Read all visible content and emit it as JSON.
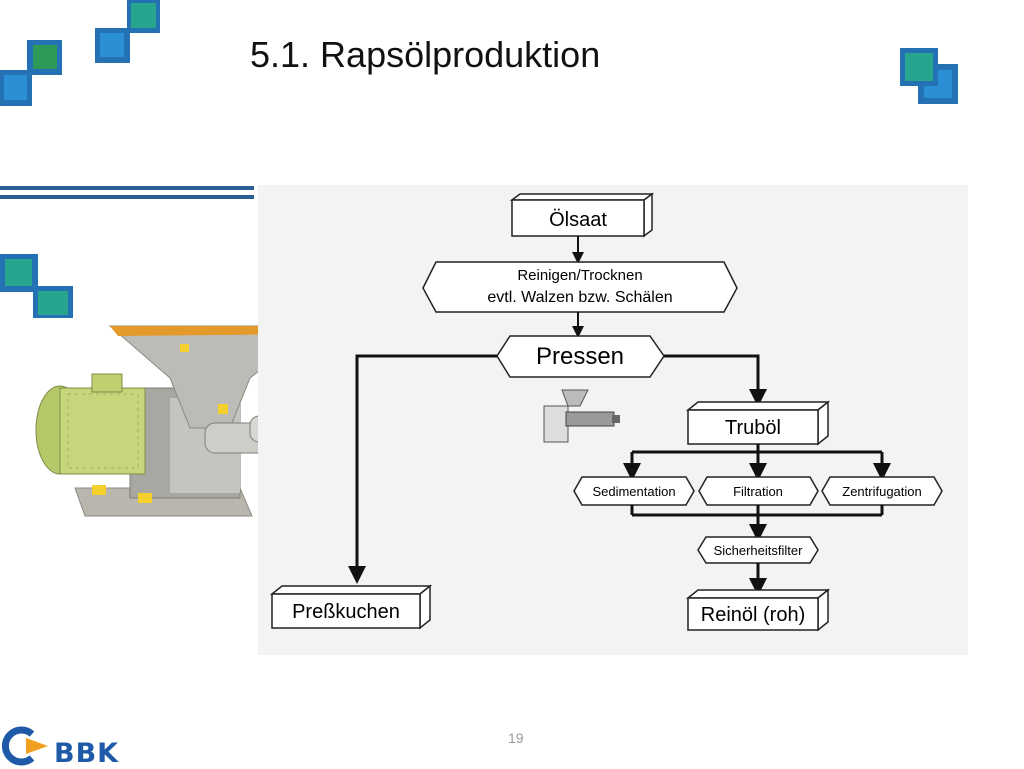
{
  "slide": {
    "title": "5.1. Rapsölproduktion",
    "page_number": "19"
  },
  "logo": {
    "text": "BBK"
  },
  "colors": {
    "blue": "#2472b4",
    "teal": "#27a58f",
    "green": "#2e9a5a",
    "accent_line": "#2a5f96"
  },
  "flowchart": {
    "nodes": {
      "oelsaat": "Ölsaat",
      "reinigen_line1": "Reinigen/Trocknen",
      "reinigen_line2": "evtl. Walzen bzw. Schälen",
      "pressen": "Pressen",
      "truboel": "Truböl",
      "sedimentation": "Sedimentation",
      "filtration": "Filtration",
      "zentrifugation": "Zentrifugation",
      "sicherheitsfilter": "Sicherheitsfilter",
      "reinoel": "Reinöl (roh)",
      "presskuchen": "Preßkuchen"
    }
  }
}
